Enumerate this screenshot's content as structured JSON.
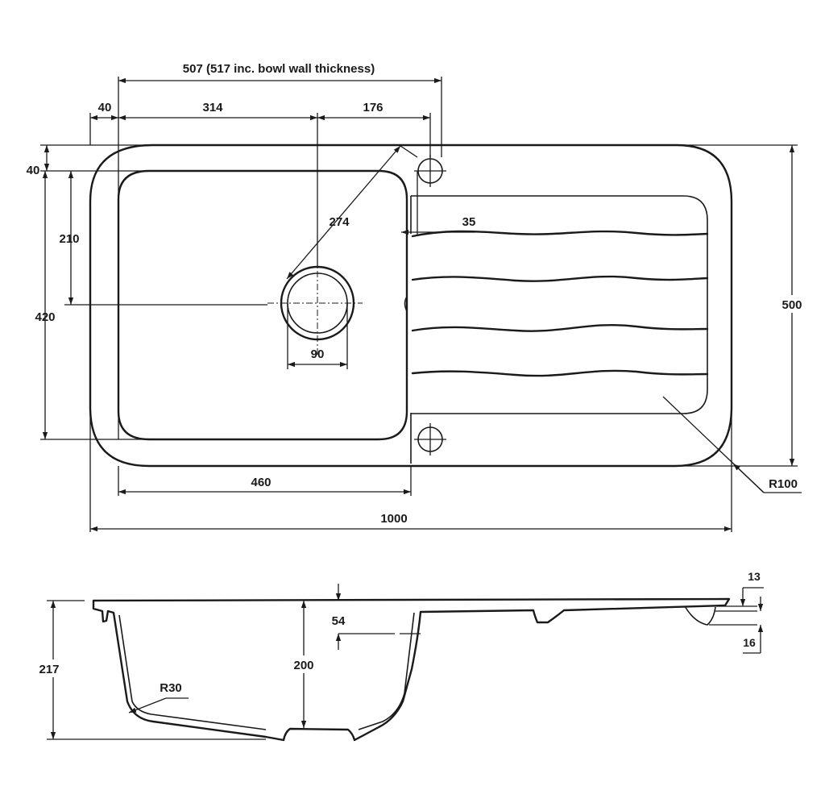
{
  "plan_view": {
    "dimensions": {
      "overall_span": "507 (517 inc. bowl wall thickness)",
      "flange_offset": "40",
      "bowl_to_waste": "314",
      "waste_to_tap": "176",
      "top_offset": "40",
      "waste_from_top": "210",
      "bowl_length": "420",
      "waste_radius_reach": "274",
      "drainer_setback": "35",
      "waste_diameter": "90",
      "overall_width": "500",
      "bowl_width": "460",
      "overall_length": "1000",
      "corner_radius": "R100"
    }
  },
  "section_view": {
    "dimensions": {
      "overall_depth": "217",
      "bowl_depth": "200",
      "drainer_drop": "54",
      "bowl_radius": "R30",
      "rim_thickness": "13",
      "edge_height": "16"
    }
  }
}
